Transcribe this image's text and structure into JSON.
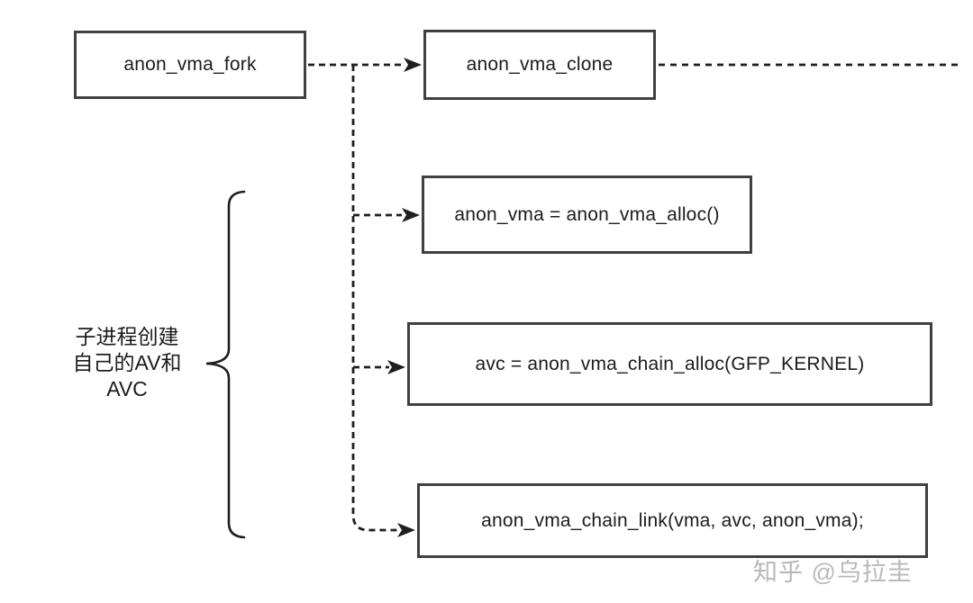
{
  "diagram": {
    "type": "flowchart",
    "colors": {
      "background": "#ffffff",
      "box_border": "#404040",
      "box_fill": "#ffffff",
      "connector": "#1f1f1f",
      "text": "#1c1c1c",
      "watermark": "#7d7d7d"
    },
    "nodes": [
      {
        "id": "fork",
        "label": "anon_vma_fork"
      },
      {
        "id": "clone",
        "label": "anon_vma_clone"
      },
      {
        "id": "alloc",
        "label": "anon_vma = anon_vma_alloc()"
      },
      {
        "id": "chain_alloc",
        "label": "avc = anon_vma_chain_alloc(GFP_KERNEL)"
      },
      {
        "id": "chain_link",
        "label": "anon_vma_chain_link(vma, avc, anon_vma);"
      }
    ],
    "edges": [
      {
        "from": "fork",
        "to": "clone",
        "style": "dashed-arrow"
      },
      {
        "from": "clone",
        "to": "offscreen-right",
        "style": "dashed"
      },
      {
        "from": "fork",
        "to": "alloc",
        "style": "dashed-arrow"
      },
      {
        "from": "fork",
        "to": "chain_alloc",
        "style": "dashed-arrow"
      },
      {
        "from": "fork",
        "to": "chain_link",
        "style": "dashed-arrow"
      }
    ],
    "annotation": {
      "lines": [
        "子进程创建",
        "自己的AV和",
        "AVC"
      ],
      "brace_side": "left-of-boxes"
    },
    "watermark": "知乎 @乌拉圭"
  }
}
